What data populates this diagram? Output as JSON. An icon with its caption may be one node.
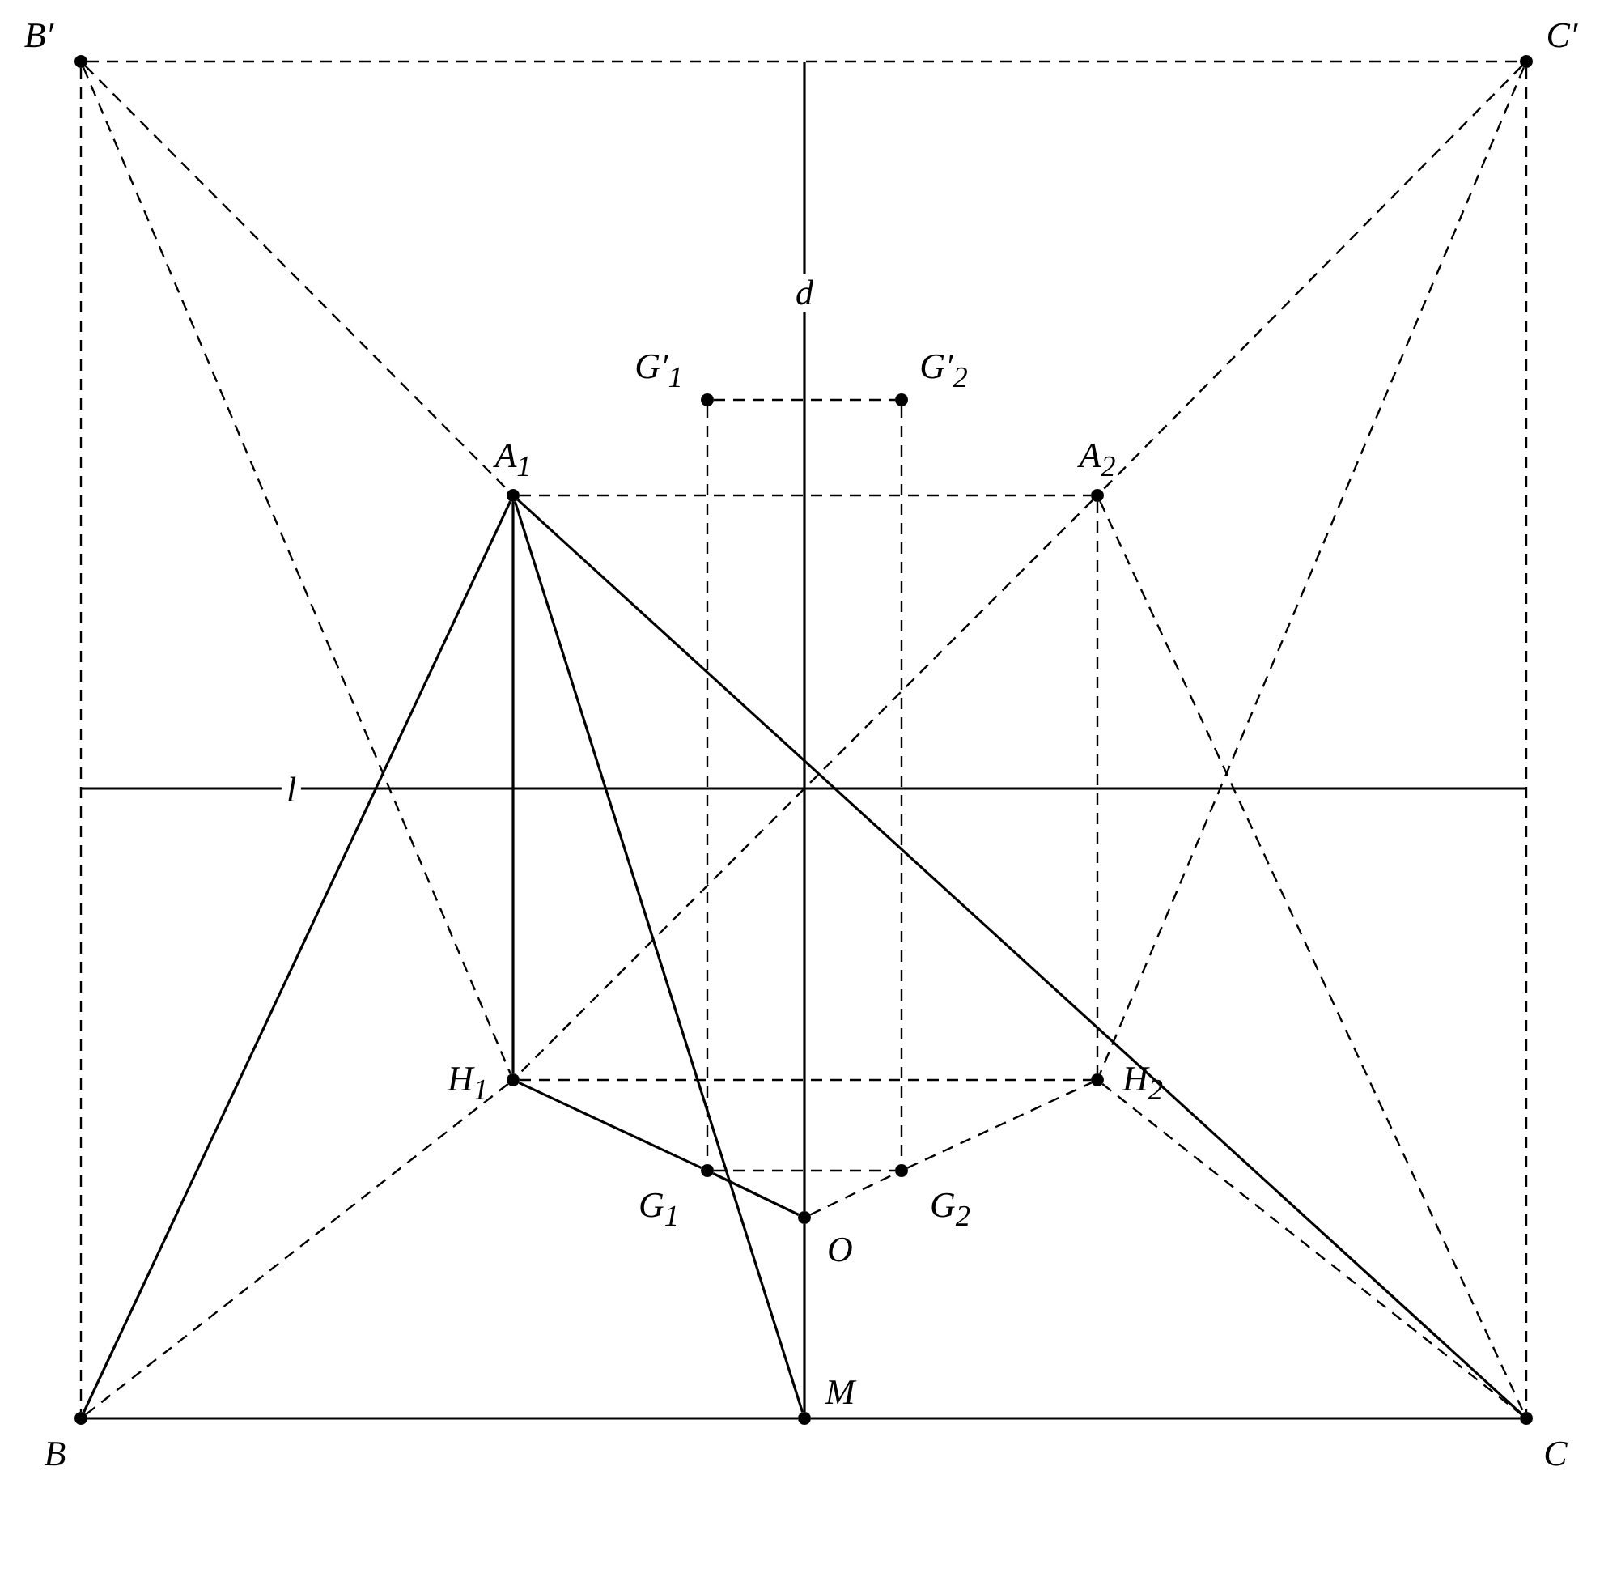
{
  "diagram": {
    "nodes": [
      {
        "text": [
          "B′"
        ]
      },
      {
        "text": [
          "C′"
        ]
      },
      {
        "text": [
          "G′$_{1}$"
        ]
      },
      {
        "text": [
          "G′$_{2}$"
        ]
      },
      {
        "text": [
          "A$_{1}$"
        ]
      },
      {
        "text": [
          "A$_{2}$"
        ]
      },
      {
        "text": [
          "H$_{1}$"
        ]
      },
      {
        "text": [
          "H$_{2}$"
        ]
      },
      {
        "text": [
          "G$_{1}$"
        ]
      },
      {
        "text": [
          "G$_{2}$"
        ]
      },
      {
        "text": [
          "O"
        ]
      },
      {
        "text": [
          "B"
        ]
      },
      {
        "text": [
          "M"
        ]
      },
      {
        "text": [
          "C"
        ]
      }
    ],
    "edges": [
      {
        "from": 0,
        "to": 1,
        "arrow": "none",
        "style": "dashed"
      },
      {
        "from": 0,
        "to": 11,
        "arrow": "none",
        "style": "dashed"
      },
      {
        "from": 1,
        "to": 13,
        "arrow": "none",
        "style": "dashed"
      },
      {
        "from": 11,
        "to": 12,
        "arrow": "none"
      },
      {
        "from": 12,
        "to": 13,
        "arrow": "none"
      },
      {
        "from": 0,
        "to": 4,
        "arrow": "none",
        "style": "dashed"
      },
      {
        "from": 0,
        "to": 6,
        "arrow": "none",
        "style": "dashed"
      },
      {
        "from": 1,
        "to": 5,
        "arrow": "none",
        "style": "dashed"
      },
      {
        "from": 1,
        "to": 7,
        "arrow": "none",
        "style": "dashed"
      },
      {
        "from": 2,
        "to": 3,
        "arrow": "none",
        "style": "dashed"
      },
      {
        "from": 2,
        "to": 8,
        "arrow": "none",
        "style": "dashed"
      },
      {
        "from": 3,
        "to": 9,
        "arrow": "none",
        "style": "dashed"
      },
      {
        "from": 4,
        "to": 5,
        "arrow": "none",
        "style": "dashed"
      },
      {
        "from": 4,
        "to": 11,
        "arrow": "none"
      },
      {
        "from": 4,
        "to": 12,
        "arrow": "none"
      },
      {
        "from": 4,
        "to": 13,
        "arrow": "none"
      },
      {
        "from": 4,
        "to": 6,
        "arrow": "none"
      },
      {
        "from": 5,
        "to": 7,
        "arrow": "none",
        "style": "dashed"
      },
      {
        "from": 5,
        "to": 6,
        "arrow": "none",
        "style": "dashed"
      },
      {
        "from": 5,
        "to": 13,
        "arrow": "none",
        "style": "dashed"
      },
      {
        "from": 6,
        "to": 7,
        "arrow": "none",
        "style": "dashed"
      },
      {
        "from": 6,
        "to": 11,
        "arrow": "none",
        "style": "dashed"
      },
      {
        "from": 7,
        "to": 13,
        "arrow": "none",
        "style": "dashed"
      },
      {
        "from": 6,
        "to": 8,
        "arrow": "none"
      },
      {
        "from": 8,
        "to": 10,
        "arrow": "none"
      },
      {
        "from": 8,
        "to": 9,
        "arrow": "none",
        "style": "dashed"
      },
      {
        "from": 10,
        "to": 9,
        "arrow": "none",
        "style": "dashed"
      },
      {
        "from": 9,
        "to": 7,
        "arrow": "none",
        "style": "dashed"
      },
      {
        "from": 10,
        "to": 12,
        "arrow": "none"
      },
      {
        "from": null,
        "to": 10,
        "arrow": "none",
        "label": "d"
      }
    ],
    "labels": [
      "l"
    ]
  }
}
